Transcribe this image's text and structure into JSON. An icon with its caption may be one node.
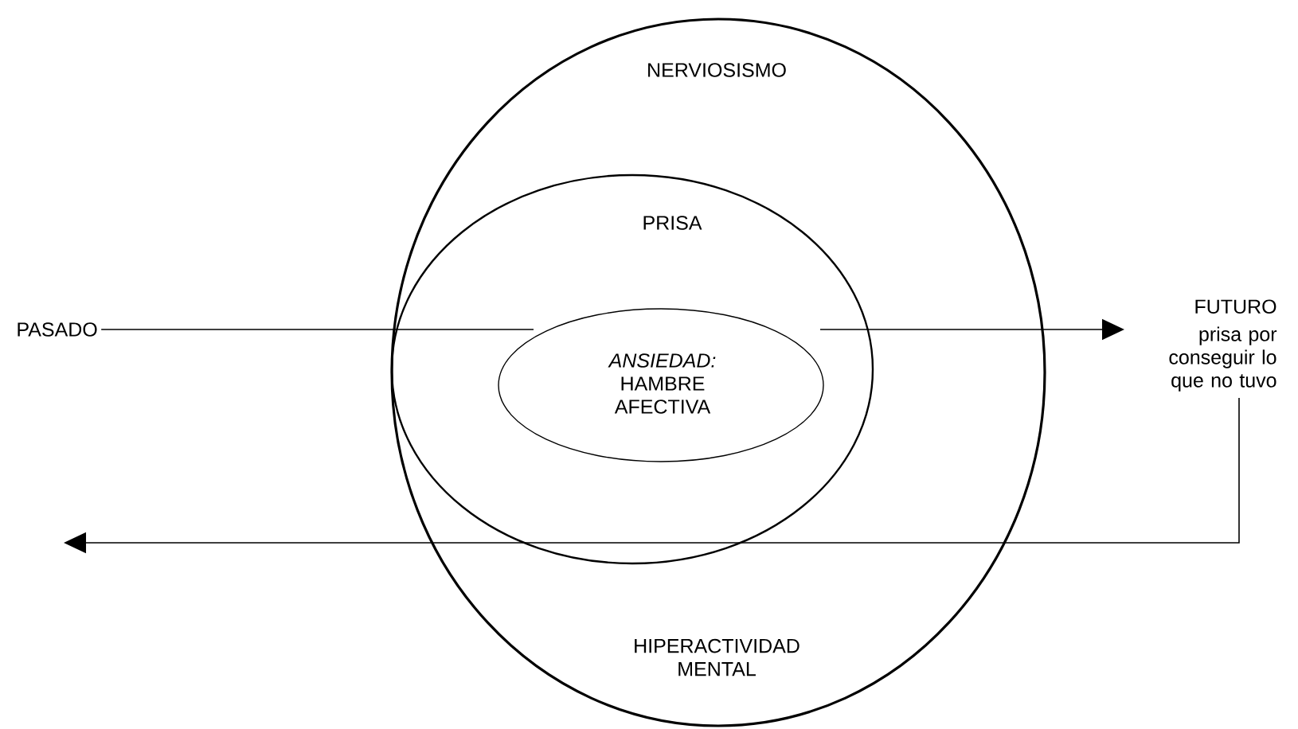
{
  "diagram": {
    "nodes": [
      {
        "text": [
          "NERVIOSISMO",
          "HIPERACTIVIDAD MENTAL"
        ]
      },
      {
        "text": [
          "PRISA"
        ],
        "in": 0
      },
      {
        "text": [
          "*ANSIEDAD:* HAMBRE AFECTIVA"
        ],
        "in": 1
      },
      {
        "text": [
          "PASADO"
        ]
      },
      {
        "text": [
          "FUTURO",
          "prisa por conseguir lo que no tuvo"
        ]
      }
    ],
    "edges": [
      {
        "from": 3,
        "to": 2,
        "arrow": "none"
      },
      {
        "from": 2,
        "to": 4,
        "arrow": "to"
      },
      {
        "from": 4,
        "to": null,
        "arrow": "to"
      }
    ]
  }
}
